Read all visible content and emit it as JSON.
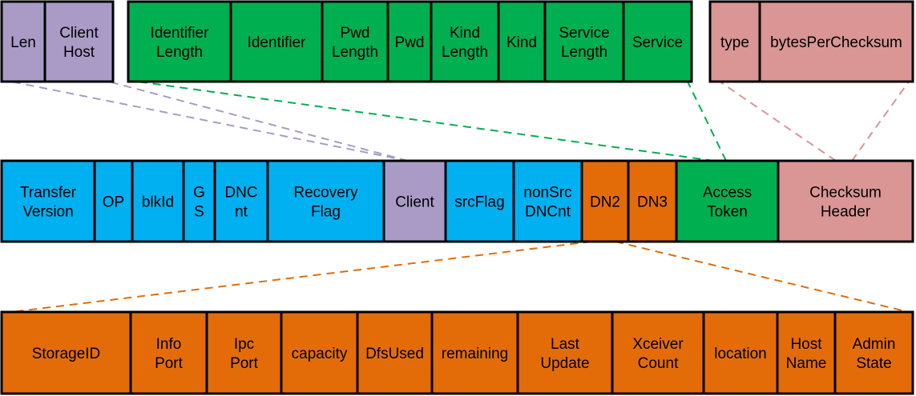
{
  "colors": {
    "blue": "#00b0f0",
    "purple": "#a99bc6",
    "green": "#00b050",
    "pink": "#d99694",
    "orange": "#e36c09"
  },
  "rows": {
    "client_fields": [
      {
        "label": [
          "Len"
        ],
        "color": "purple"
      },
      {
        "label": [
          "Client",
          "Host"
        ],
        "color": "purple"
      }
    ],
    "token_fields": [
      {
        "label": [
          "Identifier",
          "Length"
        ],
        "color": "green"
      },
      {
        "label": [
          "Identifier"
        ],
        "color": "green"
      },
      {
        "label": [
          "Pwd",
          "Length"
        ],
        "color": "green"
      },
      {
        "label": [
          "Pwd"
        ],
        "color": "green"
      },
      {
        "label": [
          "Kind",
          "Length"
        ],
        "color": "green"
      },
      {
        "label": [
          "Kind"
        ],
        "color": "green"
      },
      {
        "label": [
          "Service",
          "Length"
        ],
        "color": "green"
      },
      {
        "label": [
          "Service"
        ],
        "color": "green"
      }
    ],
    "checksum_fields": [
      {
        "label": [
          "type"
        ],
        "color": "pink"
      },
      {
        "label": [
          "bytesPerChecksum"
        ],
        "color": "pink"
      }
    ],
    "main_fields": [
      {
        "label": [
          "Transfer",
          "Version"
        ],
        "color": "blue"
      },
      {
        "label": [
          "OP"
        ],
        "color": "blue"
      },
      {
        "label": [
          "blkId"
        ],
        "color": "blue"
      },
      {
        "label": [
          "G",
          "S"
        ],
        "color": "blue"
      },
      {
        "label": [
          "DNC",
          "nt"
        ],
        "color": "blue"
      },
      {
        "label": [
          "Recovery",
          "Flag"
        ],
        "color": "blue"
      },
      {
        "label": [
          "Client"
        ],
        "color": "purple"
      },
      {
        "label": [
          "srcFlag"
        ],
        "color": "blue"
      },
      {
        "label": [
          "nonSrc",
          "DNCnt"
        ],
        "color": "blue"
      },
      {
        "label": [
          "DN2"
        ],
        "color": "orange"
      },
      {
        "label": [
          "DN3"
        ],
        "color": "orange"
      },
      {
        "label": [
          "Access",
          "Token"
        ],
        "color": "green"
      },
      {
        "label": [
          "Checksum",
          "Header"
        ],
        "color": "pink"
      }
    ],
    "datanode_fields": [
      {
        "label": [
          "StorageID"
        ],
        "color": "orange"
      },
      {
        "label": [
          "Info",
          "Port"
        ],
        "color": "orange"
      },
      {
        "label": [
          "Ipc",
          "Port"
        ],
        "color": "orange"
      },
      {
        "label": [
          "capacity"
        ],
        "color": "orange"
      },
      {
        "label": [
          "DfsUsed"
        ],
        "color": "orange"
      },
      {
        "label": [
          "remaining"
        ],
        "color": "orange"
      },
      {
        "label": [
          "Last",
          "Update"
        ],
        "color": "orange"
      },
      {
        "label": [
          "Xceiver",
          "Count"
        ],
        "color": "orange"
      },
      {
        "label": [
          "location"
        ],
        "color": "orange"
      },
      {
        "label": [
          "Host",
          "Name"
        ],
        "color": "orange"
      },
      {
        "label": [
          "Admin",
          "State"
        ],
        "color": "orange"
      }
    ]
  },
  "connectors": [
    {
      "from": "main_fields.6",
      "to": "client_fields",
      "color": "purple"
    },
    {
      "from": "main_fields.11",
      "to": "token_fields",
      "color": "green"
    },
    {
      "from": "main_fields.12",
      "to": "checksum_fields",
      "color": "pink"
    },
    {
      "from": "main_fields.9",
      "to": "datanode_fields",
      "color": "orange"
    }
  ]
}
